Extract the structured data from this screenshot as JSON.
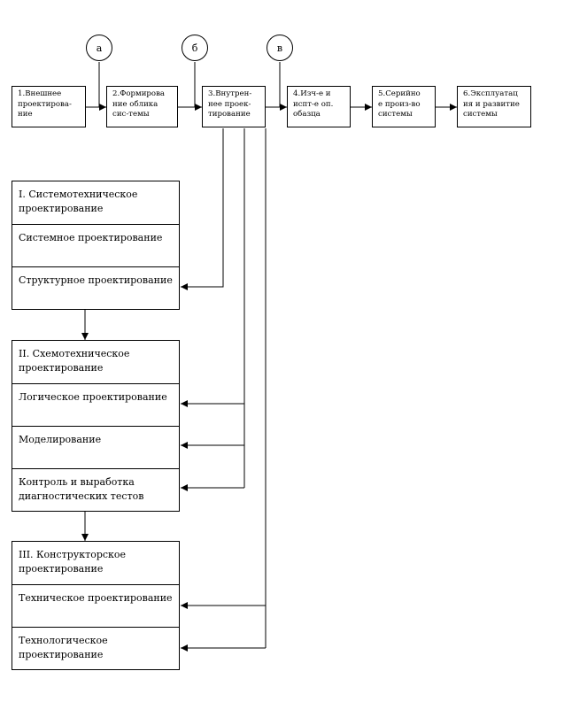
{
  "markers": [
    "а",
    "б",
    "в"
  ],
  "stages": [
    "1.Внешнее\nпроектирова-\nние",
    "2.Формирова\nние облика\nсис-темы",
    "3.Внутрен-\nнее проек-\nтирование",
    "4.Изч-е и\nиспт-е оп.\nобазца",
    "5.Серийно\nе произ-во\nсистемы",
    "6.Эксплуатац\nия и развитие\nсистемы"
  ],
  "groups": [
    {
      "title": "I.  Системотехническое\nпроектирование",
      "items": [
        "Системное проектирование",
        "Структурное проектирование"
      ]
    },
    {
      "title": "II. Схемотехническое\nпроектирование",
      "items": [
        "Логическое проектирование",
        "Моделирование",
        "Контроль и выработка\nдиагностических тестов"
      ]
    },
    {
      "title": "III. Конструкторское\nпроектирование",
      "items": [
        "Техническое проектирование",
        "Технологическое\nпроектирование"
      ]
    }
  ]
}
